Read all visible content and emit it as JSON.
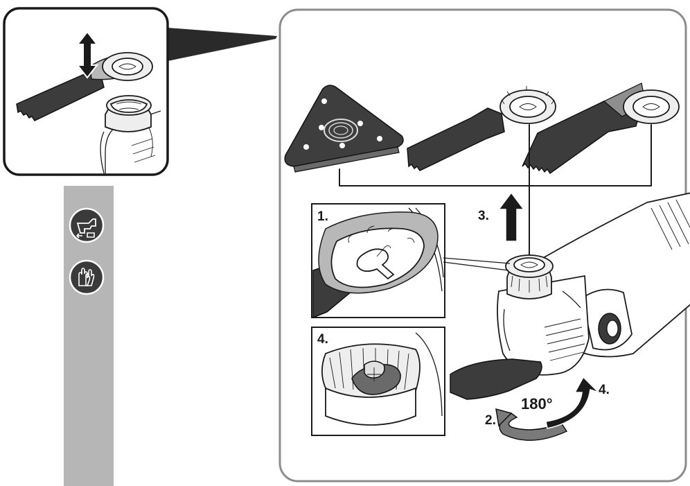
{
  "labels": {
    "step1": "1.",
    "step2": "2.",
    "step3": "3.",
    "step4_inset": "4.",
    "step4": "4.",
    "rotation": "180°"
  },
  "icons": {
    "sidebar": [
      "unplug-tool-icon",
      "wear-gloves-icon"
    ]
  },
  "colors": {
    "sidebar": "#b6b6b6",
    "panel_border": "#8c8c8c",
    "icon_fill": "#3a3a3a"
  }
}
